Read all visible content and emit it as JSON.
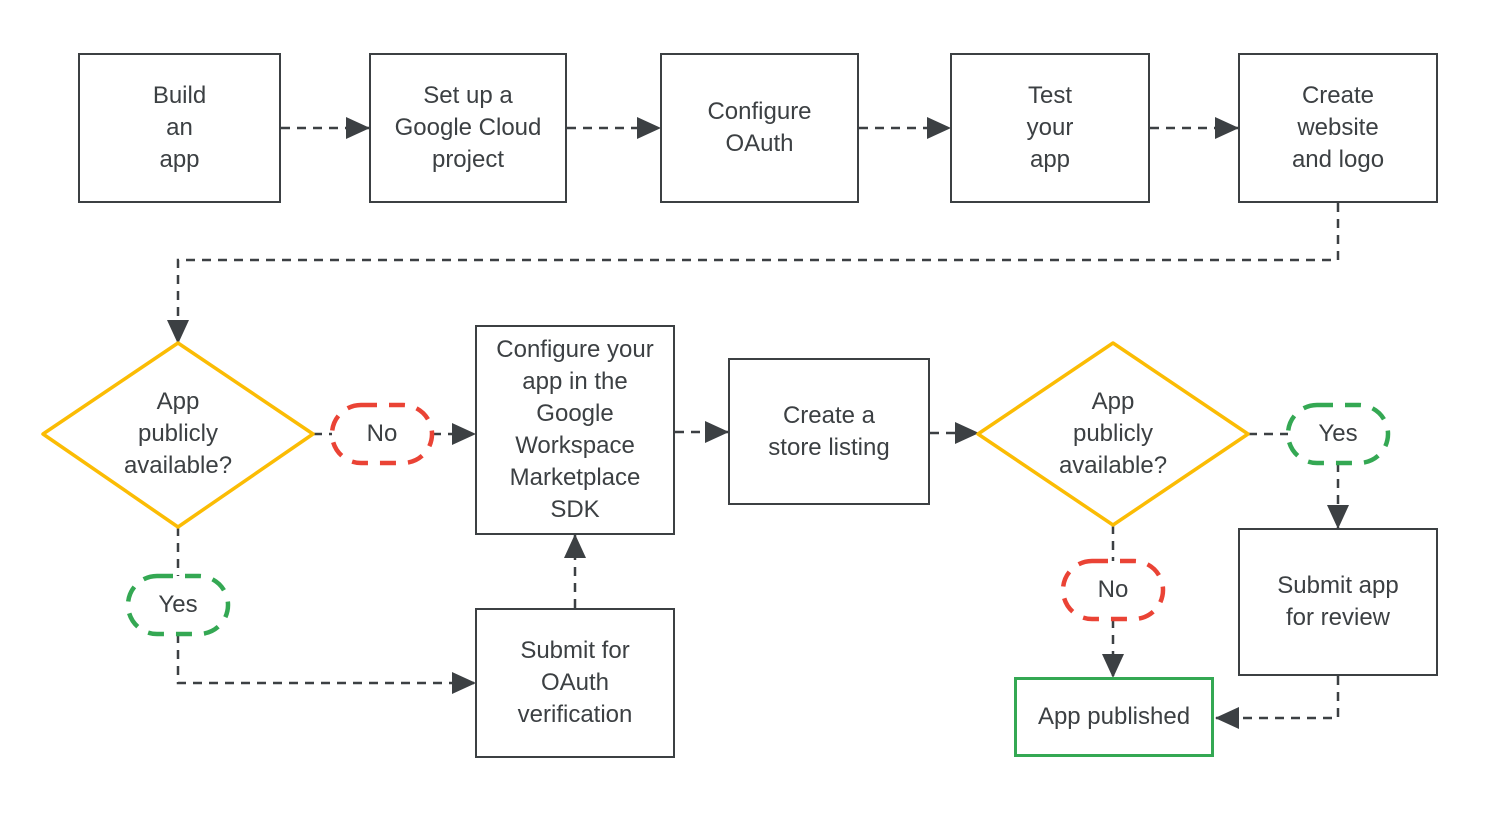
{
  "diagram": {
    "description": "Google Workspace Marketplace app publishing flowchart",
    "colors": {
      "outline": "#3c4043",
      "text": "#3c4043",
      "decision_diamond": "#fbbc04",
      "yes_badge": "#34a853",
      "no_badge": "#ea4335",
      "published_box": "#34a853",
      "background": "#ffffff"
    },
    "nodes": {
      "build_app": {
        "label": "Build\nan\napp"
      },
      "setup_project": {
        "label": "Set up a\nGoogle Cloud\nproject"
      },
      "configure_oauth": {
        "label": "Configure\nOAuth"
      },
      "test_app": {
        "label": "Test\nyour\napp"
      },
      "create_website": {
        "label": "Create\nwebsite\nand logo"
      },
      "decision_left": {
        "label": "App\npublicly\navailable?"
      },
      "no_left": {
        "label": "No"
      },
      "yes_left": {
        "label": "Yes"
      },
      "configure_sdk": {
        "label": "Configure your\napp in the\nGoogle\nWorkspace\nMarketplace\nSDK"
      },
      "submit_oauth": {
        "label": "Submit for\nOAuth\nverification"
      },
      "store_listing": {
        "label": "Create a\nstore listing"
      },
      "decision_right": {
        "label": "App\npublicly\navailable?"
      },
      "yes_right": {
        "label": "Yes"
      },
      "no_right": {
        "label": "No"
      },
      "submit_review": {
        "label": "Submit app\nfor review"
      },
      "app_published": {
        "label": "App published"
      }
    }
  }
}
